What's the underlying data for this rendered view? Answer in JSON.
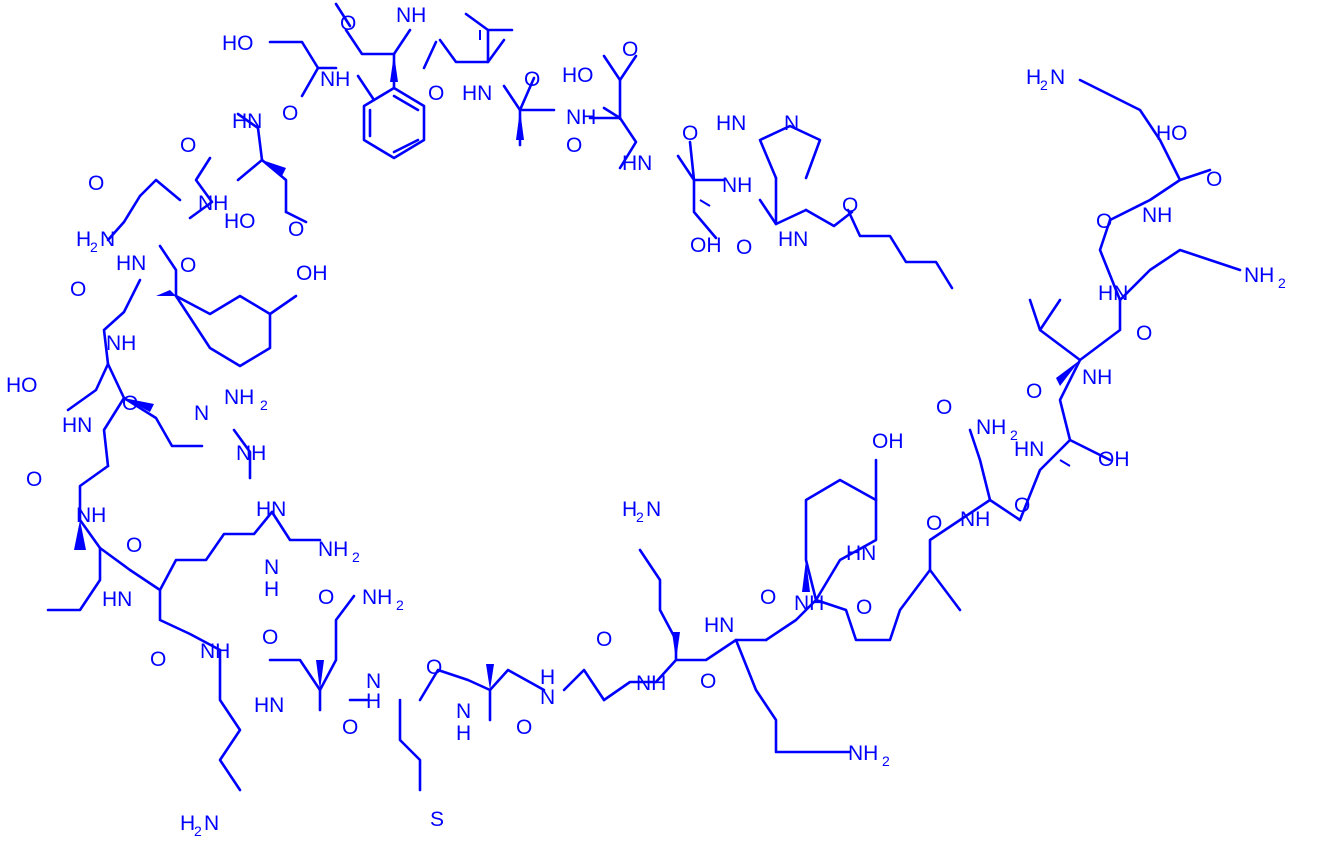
{
  "diagram": {
    "type": "skeletal-structural-formula",
    "color": "#0000ff",
    "atom_labels": {
      "NH": "NH",
      "HN": "HN",
      "N": "N",
      "O": "O",
      "OH": "OH",
      "HO": "HO",
      "S": "S",
      "NH2_head": "NH",
      "H2N_head": "H",
      "N_tail": "N",
      "sub_2": "2"
    }
  }
}
